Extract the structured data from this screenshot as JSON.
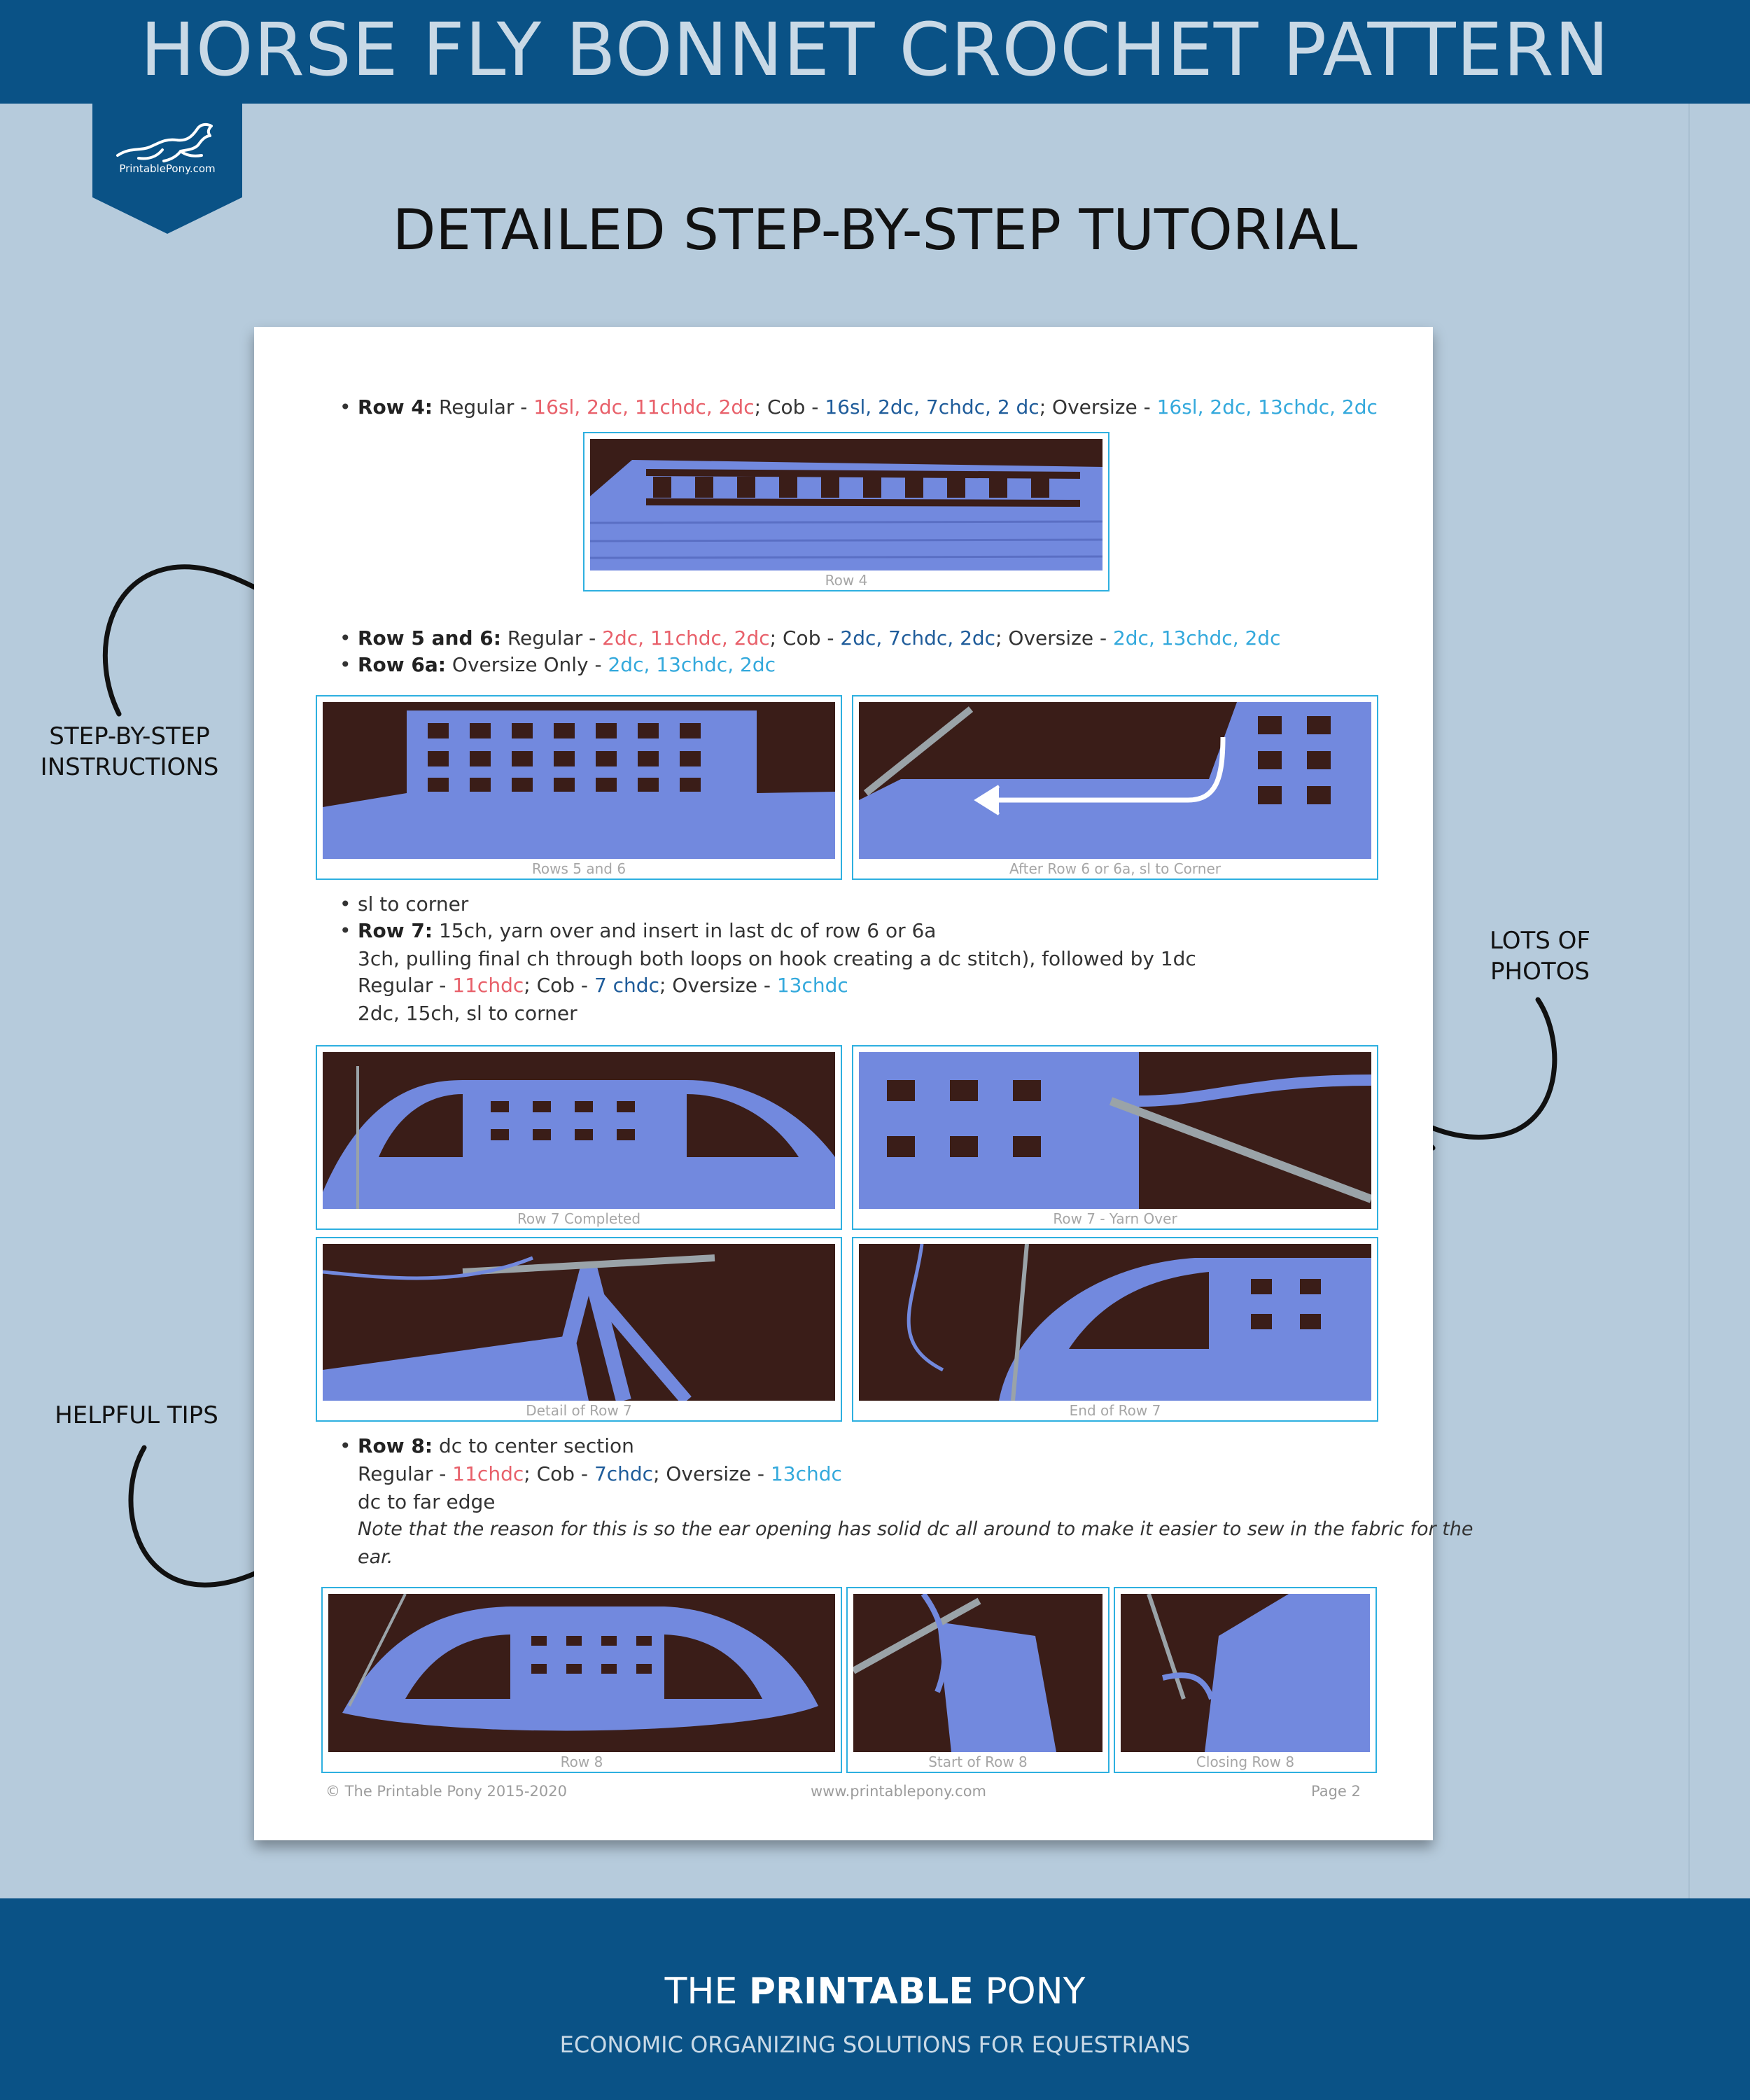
{
  "banner": {
    "title": "HORSE FLY BONNET CROCHET PATTERN"
  },
  "logo": {
    "text": "PrintablePony.com"
  },
  "subtitle": "DETAILED STEP-BY-STEP TUTORIAL",
  "callouts": {
    "step": [
      "STEP-BY-STEP",
      "INSTRUCTIONS"
    ],
    "photos": [
      "LOTS OF",
      "PHOTOS"
    ],
    "tips": "HELPFUL TIPS"
  },
  "document": {
    "row4": {
      "label": "Row 4:",
      "regular": "Regular - ",
      "regular_val": "16sl, 2dc, 11chdc, 2dc",
      "cob": "; Cob - ",
      "cob_val": "16sl, 2dc, 7chdc, 2 dc",
      "over": "; Oversize - ",
      "over_val": "16sl, 2dc, 13chdc, 2dc"
    },
    "row56": {
      "label": "Row 5 and 6:",
      "regular": " Regular - ",
      "regular_val": "2dc, 11chdc, 2dc",
      "cob": "; Cob - ",
      "cob_val": "2dc, 7chdc, 2dc",
      "over": "; Oversize - ",
      "over_val": "2dc, 13chdc, 2dc"
    },
    "row6a": {
      "label": "Row 6a:",
      "text": " Oversize Only - ",
      "val": "2dc, 13chdc, 2dc"
    },
    "sl_corner": "sl to corner",
    "row7": {
      "label": "Row 7:",
      "text": " 15ch, yarn over and insert in last dc of row 6 or 6a",
      "line2": "3ch, pulling final ch through both loops on hook creating a dc stitch), followed by 1dc",
      "regular": "Regular - ",
      "regular_val": "11chdc",
      "cob": "; Cob - ",
      "cob_val": "7 chdc",
      "over": "; Oversize - ",
      "over_val": "13chdc",
      "line4": "2dc, 15ch, sl to corner"
    },
    "row8": {
      "label": "Row 8:",
      "text": " dc to center section",
      "regular": "Regular - ",
      "regular_val": "11chdc",
      "cob": "; Cob - ",
      "cob_val": "7chdc",
      "over": "; Oversize - ",
      "over_val": "13chdc",
      "line3": "dc to far edge",
      "note1": "Note that the reason for this is so the ear opening has solid dc all around to make it easier to sew in the fabric for the",
      "note2": "ear."
    },
    "captions": {
      "row4": "Row 4",
      "rows56": "Rows 5 and 6",
      "after6": "After Row 6 or 6a, sl to Corner",
      "r7done": "Row 7 Completed",
      "r7yarn": "Row 7 - Yarn Over",
      "r7detail": "Detail of Row 7",
      "r7end": "End of Row 7",
      "row8": "Row 8",
      "r8start": "Start of Row 8",
      "r8close": "Closing Row 8"
    },
    "footer": {
      "copyright": "© The Printable Pony 2015-2020",
      "url": "www.printablepony.com",
      "page": "Page 2"
    }
  },
  "bottom": {
    "brand_the": "THE ",
    "brand_bold": "PRINTABLE",
    "brand_pony": " PONY",
    "tagline": "ECONOMIC ORGANIZING SOLUTIONS FOR EQUESTRIANS"
  },
  "colors": {
    "navy": "#0a5286",
    "background": "#b6cbdc",
    "frame": "#2eb0e0",
    "regular": "#e8606a",
    "cob": "#1f5c9a",
    "oversize": "#34a9dc"
  }
}
